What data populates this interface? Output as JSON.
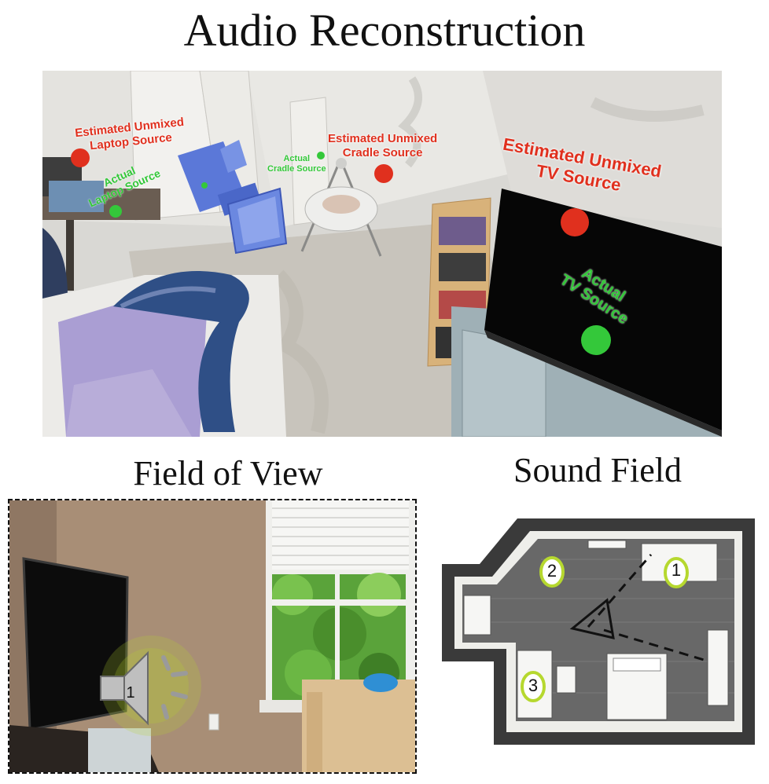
{
  "titles": {
    "main": "Audio Reconstruction",
    "field_of_view": "Field of View",
    "sound_field": "Sound Field"
  },
  "reconstruction": {
    "labels": {
      "laptop_estimated": "Estimated Unmixed\nLaptop Source",
      "laptop_actual": "Actual\nLaptop Source",
      "cradle_actual": "Actual\nCradle Source",
      "cradle_estimated": "Estimated Unmixed\nCradle Source",
      "tv_estimated": "Estimated Unmixed\nTV Source",
      "tv_actual": "Actual\nTV Source"
    },
    "colors": {
      "estimated": "#e0301e",
      "actual": "#34c83a",
      "camera": "#5b78d8"
    }
  },
  "field_of_view": {
    "speaker_number": "1",
    "icon": "speaker-icon"
  },
  "sound_field": {
    "sources": [
      "1",
      "2",
      "3"
    ],
    "marker_color": "#b6d82f"
  }
}
